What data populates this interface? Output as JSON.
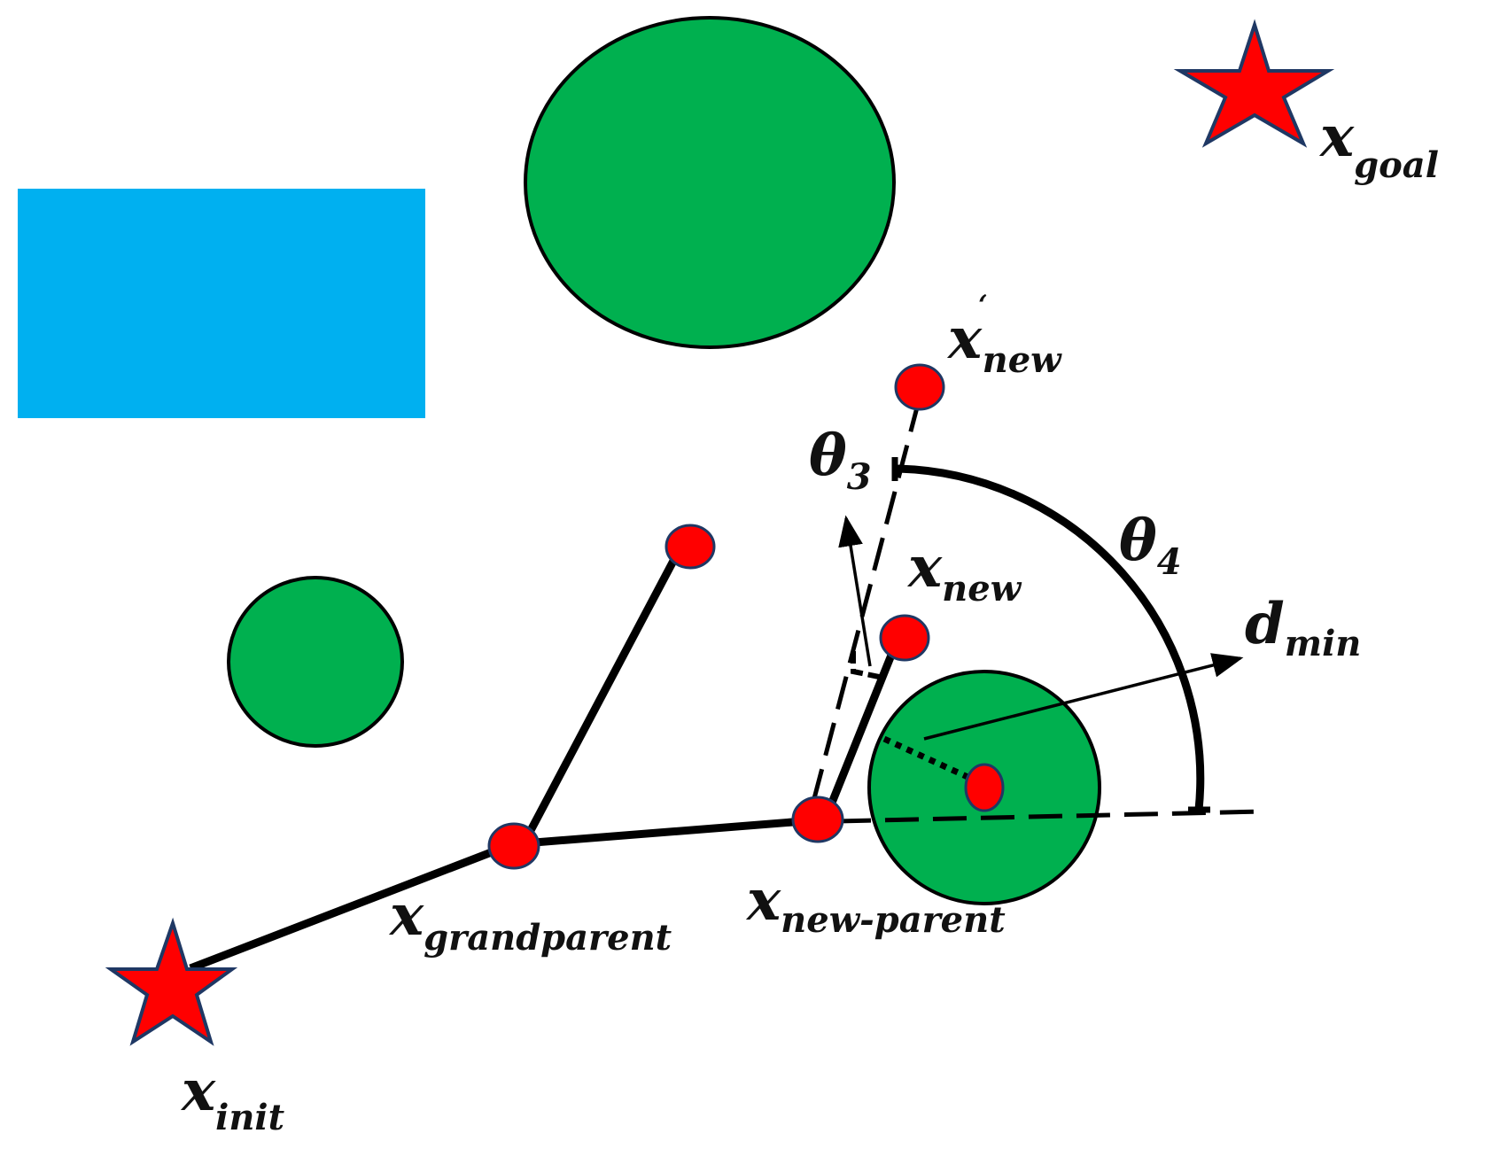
{
  "labels": {
    "x_goal": {
      "base": "x",
      "sub": "goal"
    },
    "x_init": {
      "base": "x",
      "sub": "init"
    },
    "x_new_prime": {
      "base": "x",
      "sup": "‘",
      "sub": "new"
    },
    "x_new": {
      "base": "x",
      "sub": "new"
    },
    "x_grandparent": {
      "base": "x",
      "sub": "grandparent"
    },
    "x_new_parent": {
      "base": "x",
      "sub": "new-parent"
    },
    "theta3": {
      "base": "θ",
      "sub": "3"
    },
    "theta4": {
      "base": "θ",
      "sub": "4"
    },
    "d_min": {
      "base": "d",
      "sub": "min"
    }
  },
  "colors": {
    "obstacle_circle": "#00b04f",
    "obstacle_rect": "#00b0f0",
    "node_fill": "#ff0000",
    "node_stroke": "#1f3864",
    "line": "#000000"
  }
}
